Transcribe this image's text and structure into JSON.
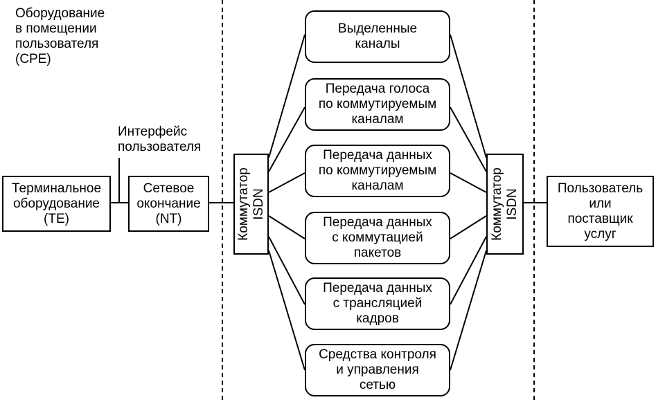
{
  "cpe_label": "Оборудование\nв помещении\nпользователя\n(CPE)",
  "interface_label": "Интерфейс\nпользователя",
  "te_box": "Терминальное\nоборудование\n(TE)",
  "nt_box": "Сетевое\nокончание\n(NT)",
  "switch_left": "Коммутатор\nISDN",
  "switch_right": "Коммутатор\nISDN",
  "provider_box": "Пользователь\nили\nпоставщик\nуслуг",
  "services": [
    "Выделенные\nканалы",
    "Передача голоса\nпо коммутируемым\nканалам",
    "Передача данных\nпо коммутируемым\nканалам",
    "Передача данных\nс коммутацией\nпакетов",
    "Передача данных\nс трансляцией\nкадров",
    "Средства контроля\nи управления\nсетью"
  ]
}
